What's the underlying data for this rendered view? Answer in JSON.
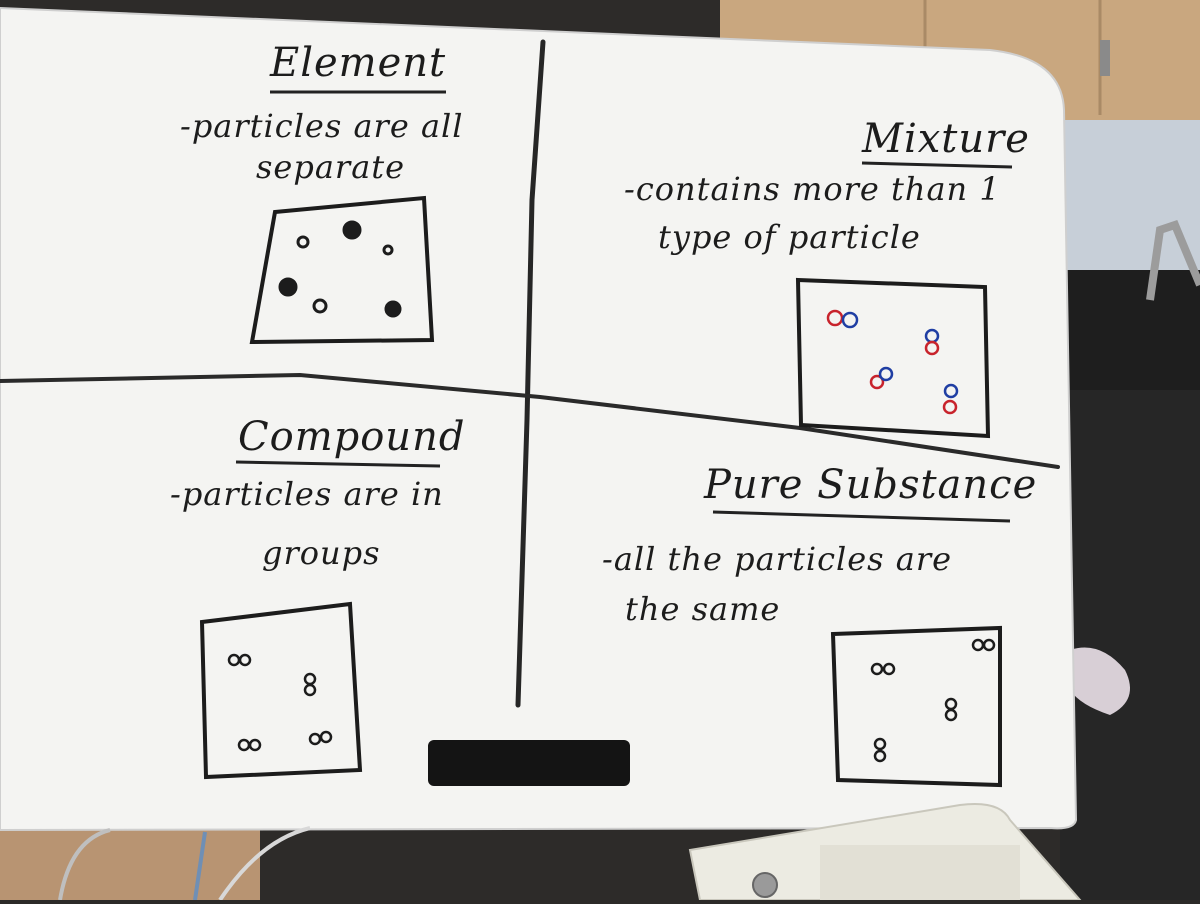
{
  "whiteboard": {
    "quadrants": [
      {
        "id": "element",
        "title": "Element",
        "notes": [
          "-particles are all",
          "separate"
        ]
      },
      {
        "id": "mixture",
        "title": "Mixture",
        "notes": [
          "-contains more than 1",
          "type of particle"
        ]
      },
      {
        "id": "compound",
        "title": "Compound",
        "notes": [
          "-particles are in",
          "groups"
        ]
      },
      {
        "id": "pure",
        "title": "Pure Substance",
        "notes": [
          "-all the particles are",
          "the same"
        ]
      }
    ],
    "particle_colors": {
      "red": "#c8232c",
      "blue": "#1f3ea3",
      "marker": "#1c1c1c"
    }
  }
}
